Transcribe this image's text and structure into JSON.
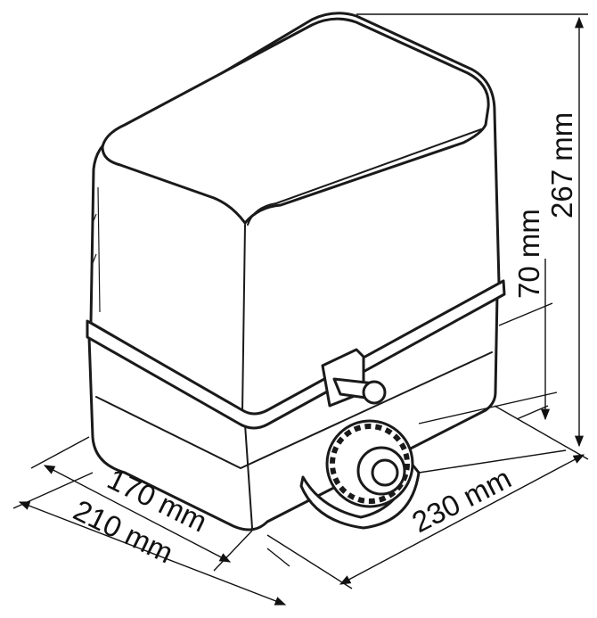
{
  "dimensions": {
    "depth_inner": "170 mm",
    "depth_outer": "210 mm",
    "width": "230 mm",
    "gear_height": "70 mm",
    "total_height": "267 mm"
  },
  "colors": {
    "line": "#1a1a1a",
    "background": "#ffffff"
  }
}
